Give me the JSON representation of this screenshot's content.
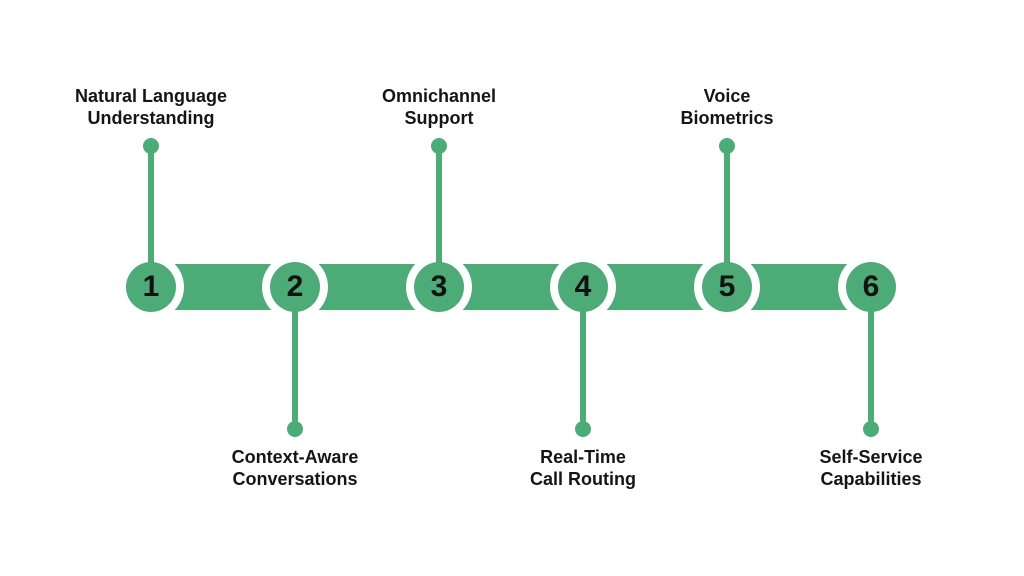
{
  "colors": {
    "green": "#4dab77",
    "text": "#151515",
    "number": "#121212",
    "background": "#ffffff"
  },
  "timeline": {
    "items": [
      {
        "number": "1",
        "label": "Natural Language\nUnderstanding",
        "position": "top"
      },
      {
        "number": "2",
        "label": "Context-Aware\nConversations",
        "position": "bottom"
      },
      {
        "number": "3",
        "label": "Omnichannel\nSupport",
        "position": "top"
      },
      {
        "number": "4",
        "label": "Real-Time\nCall Routing",
        "position": "bottom"
      },
      {
        "number": "5",
        "label": "Voice\nBiometrics",
        "position": "top"
      },
      {
        "number": "6",
        "label": "Self-Service\nCapabilities",
        "position": "bottom"
      }
    ]
  }
}
